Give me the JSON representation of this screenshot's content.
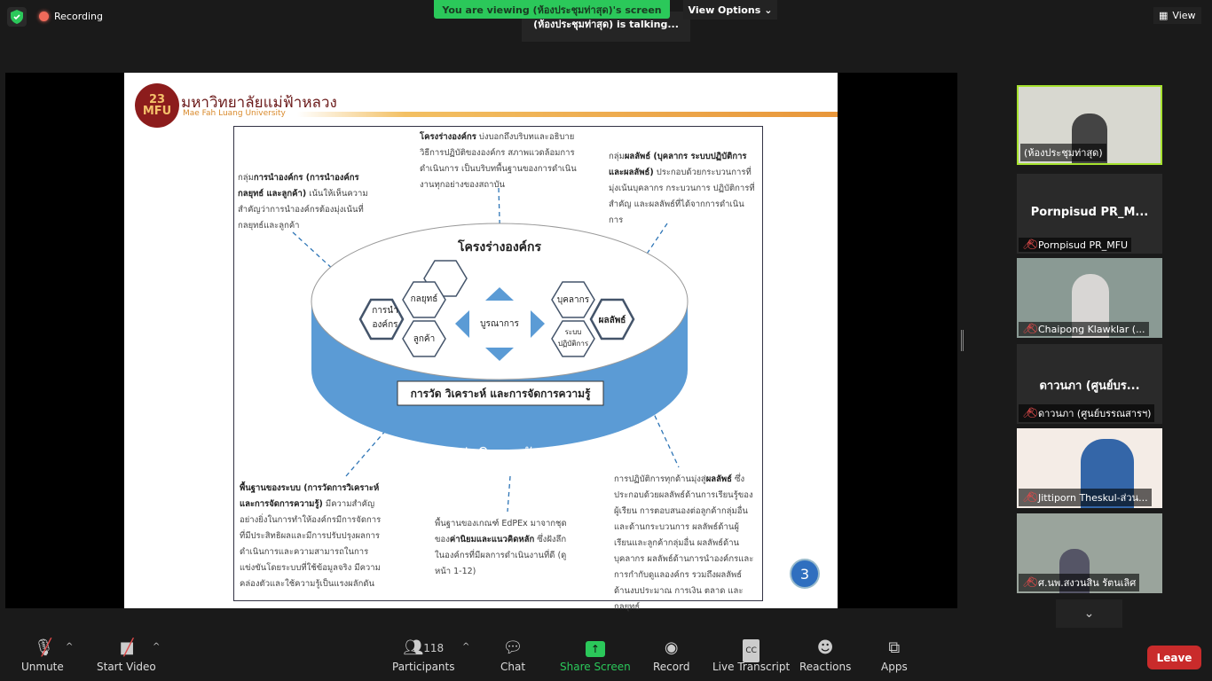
{
  "topbar": {
    "recording": "Recording",
    "viewing": "You are viewing (ห้องประชุมท่าสุด)'s screen",
    "view_options": "View Options",
    "talking": "(ห้องประชุมท่าสุด) is talking...",
    "view": "View"
  },
  "slide": {
    "logo_number": "23",
    "logo_abbr": "MFU",
    "university_th": "มหาวิทยาลัยแม่ฟ้าหลวง",
    "university_en": "Mae Fah Luang University",
    "top_center_bold": "โครงร่างองค์กร",
    "top_center": " บ่งบอกถึงบริบทและอธิบายวิธีการปฏิบัติขององค์กร สภาพแวดล้อมการดำเนินการ เป็นบริบทพื้นฐานของการดำเนินงานทุกอย่างของสถาบัน",
    "top_left_pre": "กลุ่ม",
    "top_left_bold": "การนำองค์กร (การนำองค์กร กลยุทธ์ และลูกค้า)",
    "top_left": " เน้นให้เห็นความสำคัญว่าการนำองค์กรต้องมุ่งเน้นที่กลยุทธ์และลูกค้า",
    "top_right_pre": "กลุ่ม",
    "top_right_bold": "ผลลัพธ์ (บุคลากร ระบบปฏิบัติการ และผลลัพธ์)",
    "top_right": " ประกอบด้วยกระบวนการที่มุ่งเน้นบุคลากร กระบวนการ ปฏิบัติการที่สำคัญ และผลลัพธ์ที่ได้จากการดำเนินการ",
    "bottom_left_bold": "พื้นฐานของระบบ (การวัดการวิเคราะห์และการจัดการความรู้)",
    "bottom_left": " มีความสำคัญอย่างยิ่งในการทำให้องค์กรมีการจัดการที่มีประสิทธิผลและมีการปรับปรุงผลการดำเนินการและความสามารถในการแข่งขันโดยระบบที่ใช้ข้อมูลจริง มีความคล่องตัวและใช้ความรู้เป็นแรงผลักดัน",
    "bottom_center_pre": "พื้นฐานของเกณฑ์ EdPEx มาจากชุดของ",
    "bottom_center_bold": "ค่านิยมและแนวคิดหลัก",
    "bottom_center": " ซึ่งฝังลึกในองค์กรที่มีผลการดำเนินงานที่ดี (ดูหน้า 1-12)",
    "bottom_right_pre": "การปฏิบัติการทุกด้านมุ่งสู่",
    "bottom_right_bold": "ผลลัพธ์",
    "bottom_right": " ซึ่งประกอบด้วยผลลัพธ์ด้านการเรียนรู้ของผู้เรียน การตอบสนองต่อลูกค้ากลุ่มอื่นและด้านกระบวนการ ผลลัพธ์ด้านผู้เรียนและลูกค้ากลุ่มอื่น ผลลัพธ์ด้านบุคลากร ผลลัพธ์ด้านการนำองค์กรและการกำกับดูแลองค์กร รวมถึงผลลัพธ์ด้านงบประมาณ การเงิน ตลาด และกลยุทธ์",
    "disc_title": "โครงร่างองค์กร",
    "hex_leadership": "การนำ องค์กร",
    "hex_strategy": "กลยุทธ์",
    "hex_customer": "ลูกค้า",
    "integration": "บูรณาการ",
    "hex_workforce": "บุคลากร",
    "hex_operations": "ระบบ ปฏิบัติการ",
    "hex_results": "ผลลัพธ์",
    "measurement": "การวัด วิเคราะห์ และการจัดการความรู้",
    "core_values": "ค่านิยมหลัก",
    "page_number": "3",
    "colors": {
      "disc_blue": "#5b9bd5",
      "hex_border": "#44546a"
    }
  },
  "participants": [
    {
      "name": "(ห้องประชุมท่าสุด)",
      "active": true
    },
    {
      "name": "Pornpisud PR_MFU",
      "display": "Pornpisud  PR_M..."
    },
    {
      "name": "Chaipong Klawklar (..."
    },
    {
      "name": "ดาวนภา (ศูนย์บรรณสารฯ)",
      "display": "ดาวนภา (ศูนย์บร..."
    },
    {
      "name": "Jittiporn Theskul-ส่วน..."
    },
    {
      "name": "ศ.นพ.สงวนสิน รัตนเลิศ"
    }
  ],
  "toolbar": {
    "unmute": "Unmute",
    "start_video": "Start Video",
    "participants": "Participants",
    "participant_count": "118",
    "chat": "Chat",
    "share_screen": "Share Screen",
    "record": "Record",
    "live_transcript": "Live Transcript",
    "reactions": "Reactions",
    "apps": "Apps",
    "leave": "Leave"
  }
}
